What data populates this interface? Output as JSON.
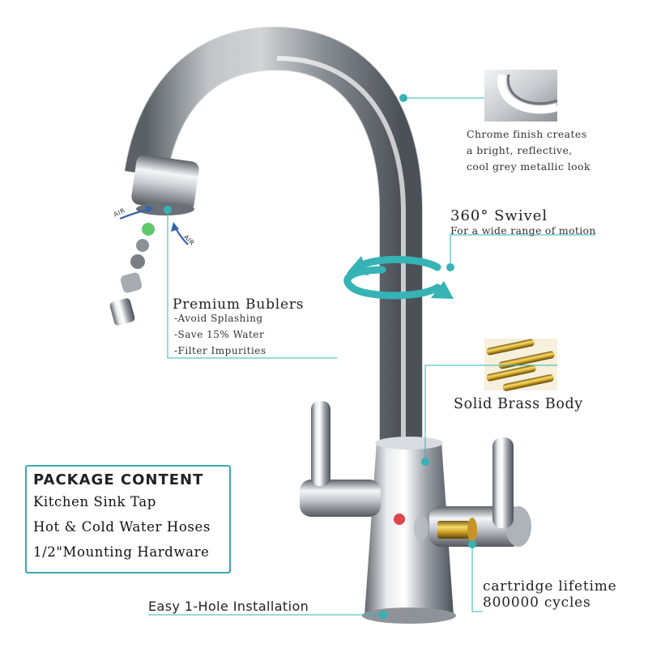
{
  "chrome_callout": {
    "lines": [
      "Chrome finish creates",
      "a bright, reflective,",
      "cool grey metallic look"
    ]
  },
  "swivel": {
    "title": "360° Swivel",
    "subtitle": "For a wide range of motion"
  },
  "bubblers": {
    "title": "Premium Bublers",
    "items": [
      "-Avoid Splashing",
      "-Save 15% Water",
      "-Filter Impurities"
    ],
    "air_left": "AIR",
    "air_right": "AIR"
  },
  "brass": {
    "label": "Solid Brass Body"
  },
  "package": {
    "title": "PACKAGE CONTENT",
    "items": [
      "Kitchen Sink Tap",
      "Hot & Cold Water Hoses",
      "1/2\"Mounting Hardware"
    ]
  },
  "installation": {
    "label": "Easy 1-Hole Installation"
  },
  "cartridge": {
    "line1": "cartridge lifetime",
    "line2": "800000 cycles"
  },
  "colors": {
    "accent_teal": "#35b3b5",
    "chrome": "#b9bdc2",
    "brass": "#d4a82a"
  }
}
